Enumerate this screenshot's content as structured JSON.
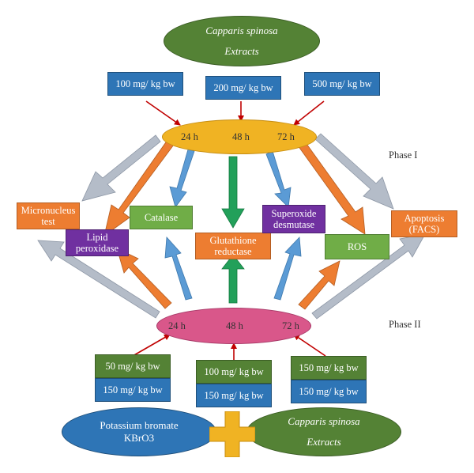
{
  "top_extract": {
    "species": "Capparis spinosa",
    "label": "Extracts"
  },
  "phase1": {
    "doses": [
      "100 mg/ kg bw",
      "200 mg/ kg bw",
      "500 mg/ kg bw"
    ],
    "times": [
      "24 h",
      "48 h",
      "72 h"
    ],
    "label": "Phase I"
  },
  "phase2": {
    "times": [
      "24 h",
      "48 h",
      "72 h"
    ],
    "label": "Phase II",
    "dose_groups": [
      {
        "top": "50 mg/ kg bw",
        "bottom": "150 mg/ kg bw"
      },
      {
        "top": "100 mg/ kg bw",
        "bottom": "150 mg/ kg bw"
      },
      {
        "top": "150 mg/ kg bw",
        "bottom": "150 mg/ kg bw"
      }
    ]
  },
  "outcomes": {
    "micronucleus": "Micronucleus test",
    "lipid": "Lipid peroxidase",
    "catalase": "Catalase",
    "glutathione": "Glutathione reductase",
    "superoxide": "Superoxide desmutase",
    "ros": "ROS",
    "apoptosis": "Apoptosis (FACS)"
  },
  "bottom": {
    "bromate_line1": "Potassium bromate",
    "bromate_line2": "KBrO3",
    "extract_species": "Capparis spinosa",
    "extract_label": "Extracts"
  },
  "colors": {
    "blue": "#2e75b6",
    "green": "#70ad47",
    "dark_green": "#548235",
    "orange": "#ed7d31",
    "purple": "#7030a0",
    "gold": "#f0b323",
    "pink": "#d9578a",
    "gray_arrow": "#b4bcc8",
    "light_blue_arrow": "#5b9bd5",
    "green_arrow": "#22a05a",
    "red_arrow": "#c00000"
  }
}
